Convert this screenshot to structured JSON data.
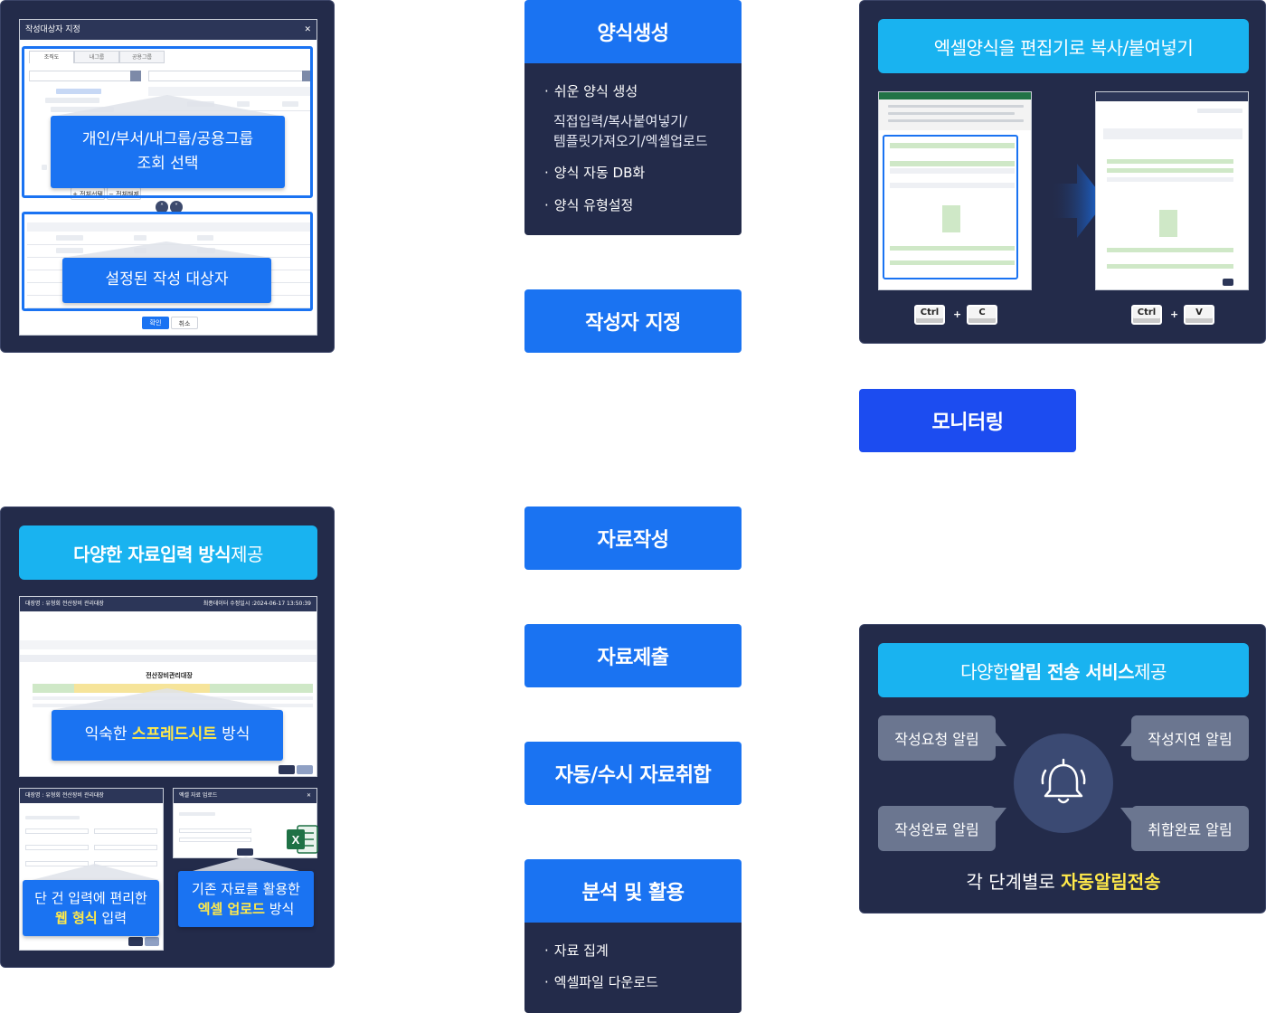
{
  "flow": {
    "step1": "양식생성",
    "step1_details": {
      "b1": "쉬운 양식 생성",
      "sub1": "직접입력/복사붙여넣기/",
      "sub2": "템플릿가져오기/엑셀업로드",
      "b2": "양식 자동 DB화",
      "b3": "양식 유형설정"
    },
    "step2": "작성자 지정",
    "step3": "자료작성",
    "step4": "자료제출",
    "step5": "자동/수시 자료취합",
    "step6": "분석 및 활용",
    "step6_details": {
      "b1": "자료 집계",
      "b2": "엑셀파일 다운로드"
    }
  },
  "monitoring": "모니터링",
  "target_panel": {
    "dialog_title": "작성대상자 지정",
    "tabs": [
      "조직도",
      "내그룹",
      "공용그룹"
    ],
    "callout1_line1": "개인/부서/내그룹/공용그룹",
    "callout1_line2": "조회 선택",
    "callout2": "설정된 작성 대상자",
    "confirm": "확인",
    "cancel": "취소"
  },
  "excel_panel": {
    "title": "엑셀양식을 편집기로 복사/붙여넣기",
    "keys_left": [
      "Ctrl",
      "C"
    ],
    "keys_right": [
      "Ctrl",
      "V"
    ],
    "plus": "+"
  },
  "input_panel": {
    "title_bold": "다양한 자료입력 방식",
    "title_rest": " 제공",
    "sheet_header_left": "대장명 : 유형회 전산장비 관리대장",
    "sheet_header_right": "최종데이터 수정일시 :2024-06-17 13:50:39",
    "sheet_title": "전산장비관리대장",
    "callout_sheet_pre": "익숙한 ",
    "callout_sheet_hl": "스프레드시트",
    "callout_sheet_post": " 방식",
    "web_header": "대장명 : 유형회 전산장비 관리대장",
    "upload_header": "엑셀 자료 업로드",
    "callout_web_line1": "단 건 입력에 편리한",
    "callout_web_hl": "웹 형식",
    "callout_web_post": " 입력",
    "callout_upload_line1": "기존 자료를 활용한",
    "callout_upload_hl": "엑셀 업로드",
    "callout_upload_post": " 방식"
  },
  "alert_panel": {
    "title_pre": "다양한 ",
    "title_bold": "알림 전송 서비스",
    "title_post": " 제공",
    "alerts": [
      "작성요청 알림",
      "작성지연 알림",
      "작성완료 알림",
      "취합완료 알림"
    ],
    "footer_pre": "각 단계별로 ",
    "footer_hl": "자동알림전송"
  },
  "colors": {
    "primary_blue": "#1a73f2",
    "navy": "#232b4a",
    "cyan": "#19b3f0",
    "highlight_yellow": "#ffe94a",
    "alert_gray": "#6b7690"
  }
}
